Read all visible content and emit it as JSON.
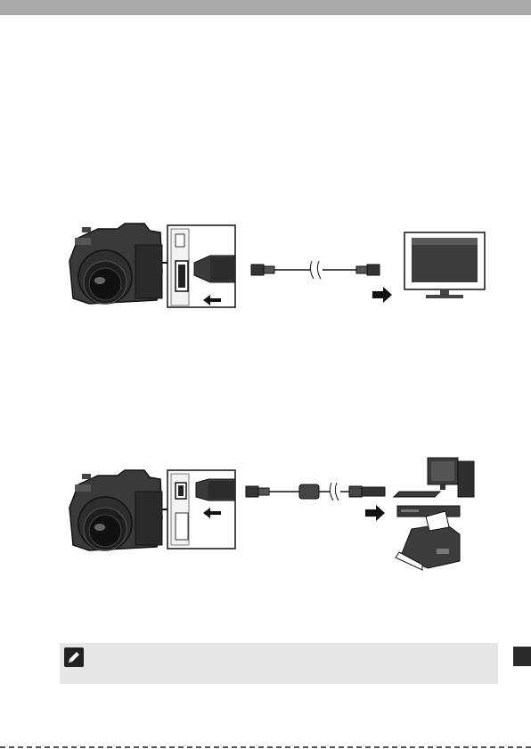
{
  "page": {
    "header_bar": "",
    "figures": [
      {
        "name": "hdmi-connection",
        "devices": [
          "camera",
          "hdmi-port",
          "hdmi-cable",
          "tv"
        ]
      },
      {
        "name": "usb-connection",
        "devices": [
          "camera",
          "usb-port",
          "usb-cable",
          "pc",
          "recorder",
          "printer"
        ]
      }
    ],
    "note_icon": "pencil-icon",
    "colors": {
      "bar": "#a9a9a9",
      "note_bg": "#e6e6e6",
      "dark": "#222222"
    }
  }
}
